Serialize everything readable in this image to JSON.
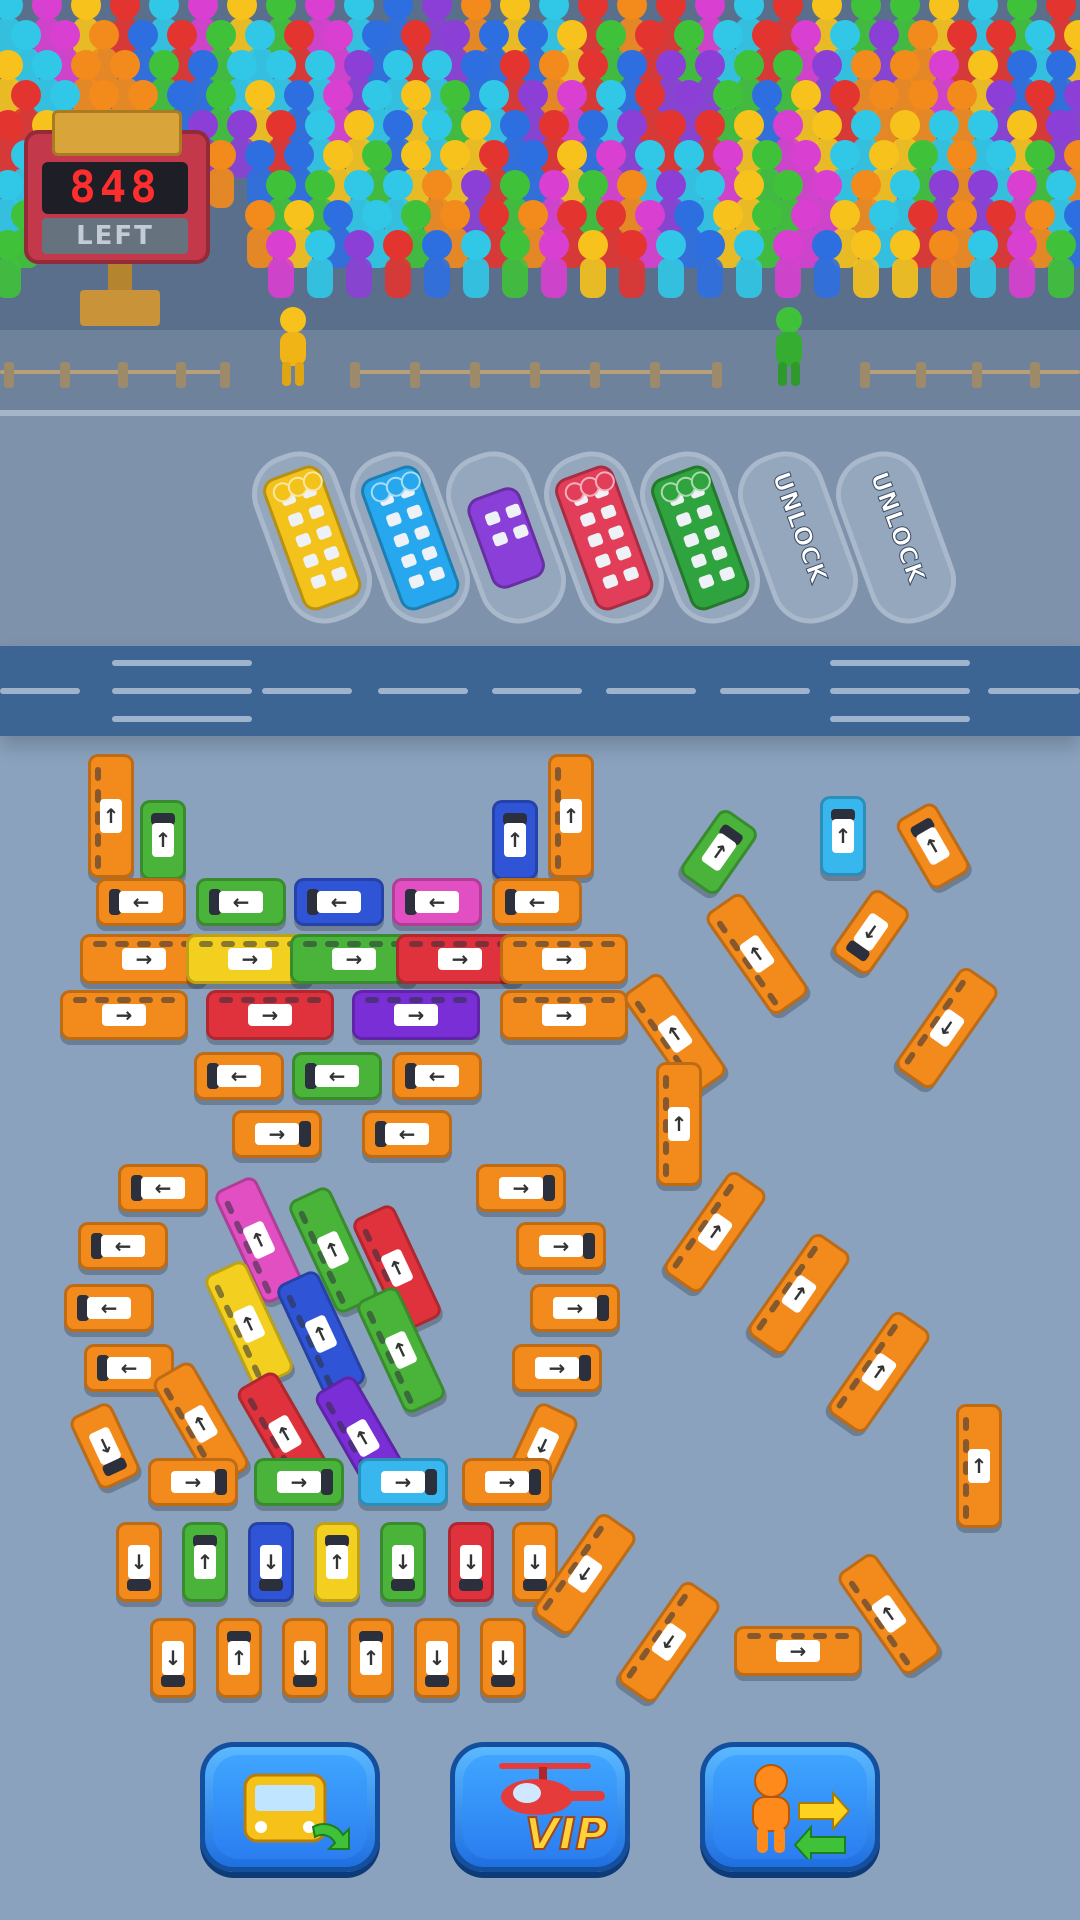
{
  "counter": {
    "value": "848",
    "label": "LEFT"
  },
  "dock": {
    "slots": [
      {
        "type": "bus",
        "color": "#f3c21b",
        "passengers": "yellow"
      },
      {
        "type": "bus",
        "color": "#27a8ee",
        "passengers": "cyan"
      },
      {
        "type": "car",
        "color": "#8a3fd8",
        "passengers": "empty"
      },
      {
        "type": "bus",
        "color": "#e23d59",
        "passengers": "red"
      },
      {
        "type": "bus",
        "color": "#2fa33d",
        "passengers": "green"
      },
      {
        "type": "locked",
        "label": "UNLOCK"
      },
      {
        "type": "locked",
        "label": "UNLOCK"
      }
    ]
  },
  "colors": {
    "orange": "#f28a1c",
    "green": "#4ab43a",
    "blue": "#2f55d6",
    "cyan": "#38b7ee",
    "pink": "#e24fc2",
    "yellow": "#f3d01f",
    "red": "#e0323d",
    "purple": "#7a2fd6",
    "road": "#3c6593",
    "background": "#8aa2bd"
  },
  "crowd_colors": [
    "#f7c21b",
    "#e3342f",
    "#2d6fe0",
    "#31c8e8",
    "#d93fd0",
    "#f28a1c",
    "#8b3fd6",
    "#3fc23a"
  ],
  "buttons": [
    {
      "name": "swap-bus-button",
      "icon": "bus-swap-icon"
    },
    {
      "name": "vip-button",
      "icon": "helicopter-icon",
      "label": "VIP"
    },
    {
      "name": "swap-passenger-button",
      "icon": "person-swap-icon"
    }
  ]
}
